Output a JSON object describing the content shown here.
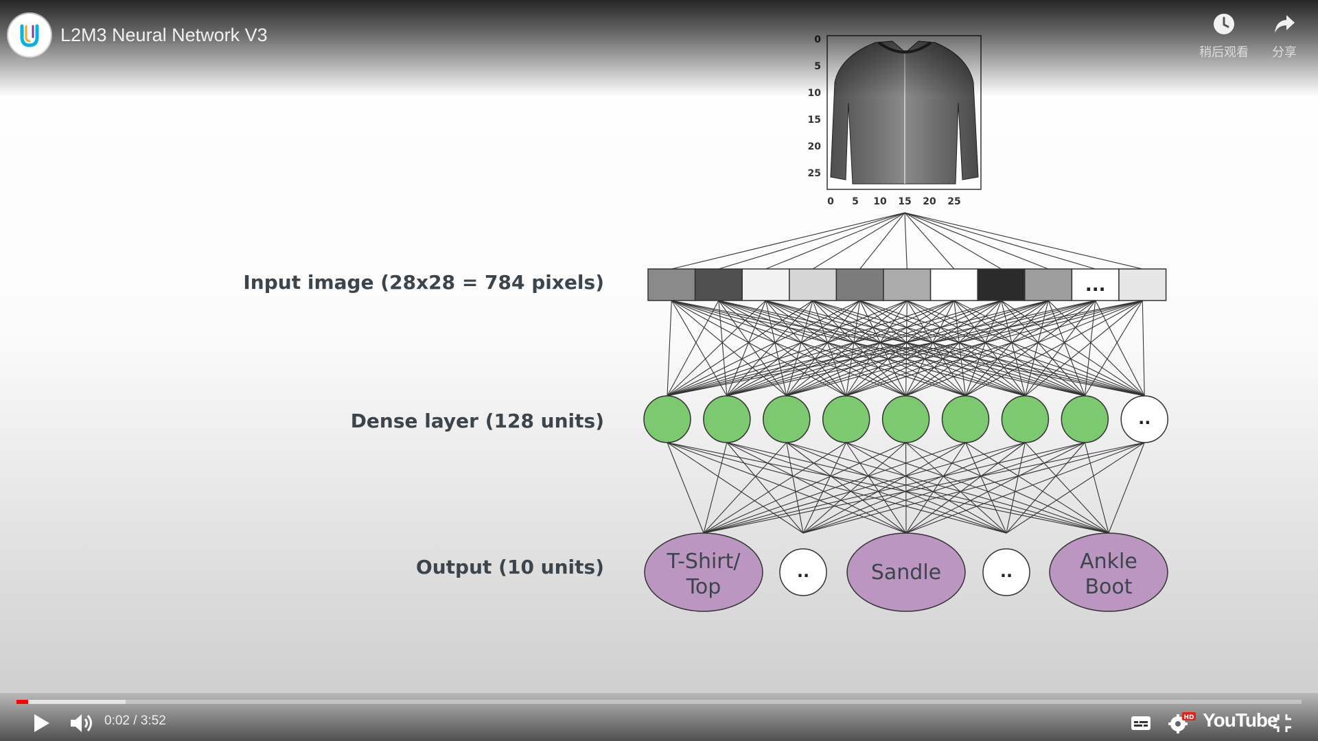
{
  "video": {
    "title": "L2M3 Neural Network V3",
    "channel_logo_icon": "udacity-logo-icon"
  },
  "top_actions": {
    "watch_later": {
      "label": "稍后观看",
      "icon": "clock-icon"
    },
    "share": {
      "label": "分享",
      "icon": "share-arrow-icon"
    }
  },
  "diagram": {
    "input_label": "Input image (28x28 = 784 pixels)",
    "dense_label": "Dense layer (128 units)",
    "output_label": "Output (10 units)",
    "ellipsis_dots": "...",
    "node_dots": "..",
    "axis_ticks": [
      "0",
      "5",
      "10",
      "15",
      "20",
      "25"
    ],
    "pixel_shades": [
      "#8a8a8a",
      "#505050",
      "#f2f2f2",
      "#d6d6d6",
      "#7c7c7c",
      "#ababab",
      "#ffffff",
      "#2b2b2b",
      "#9e9e9e",
      "ellipsis",
      "#e6e6e6"
    ],
    "dense_nodes": [
      "green",
      "green",
      "green",
      "green",
      "green",
      "green",
      "green",
      "green",
      "dots"
    ],
    "output_nodes": [
      {
        "label_lines": [
          "T-Shirt/",
          "Top"
        ]
      },
      {
        "label_lines": [
          ".."
        ]
      },
      {
        "label_lines": [
          "Sandle"
        ]
      },
      {
        "label_lines": [
          ".."
        ]
      },
      {
        "label_lines": [
          "Ankle",
          "Boot"
        ]
      }
    ],
    "colors": {
      "node_green": "#7dc96f",
      "node_purple": "#ba96c0",
      "label_text": "#3d454c",
      "line": "#333333"
    }
  },
  "player": {
    "current_time": "0:02",
    "duration": "3:52",
    "time_text": "0:02 / 3:52",
    "played_fraction": 0.009,
    "buffered_fraction": 0.085,
    "play_icon": "play-icon",
    "volume_icon": "volume-icon",
    "subtitles_icon": "subtitles-icon",
    "settings_icon": "settings-gear-icon",
    "hd_badge": "HD",
    "logo_text": "YouTube",
    "fullscreen_icon": "exit-fullscreen-icon"
  }
}
